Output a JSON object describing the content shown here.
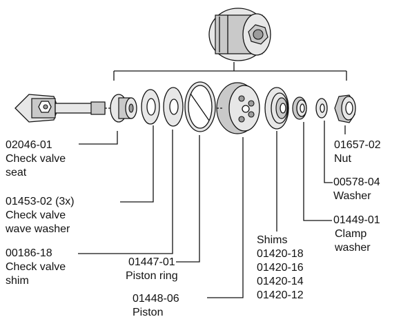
{
  "labels": {
    "check_valve_seat": {
      "part": "02046-01",
      "name_1": "Check valve",
      "name_2": "seat"
    },
    "wave_washer": {
      "part": "01453-02 (3x)",
      "name_1": "Check valve",
      "name_2": "wave washer"
    },
    "shim": {
      "part": "00186-18",
      "name_1": "Check valve",
      "name_2": "shim"
    },
    "piston_ring": {
      "part": "01447-01",
      "name_1": "Piston ring"
    },
    "piston": {
      "part": "01448-06",
      "name_1": "Piston"
    },
    "shims": {
      "name_1": "Shims",
      "parts": [
        "01420-18",
        "01420-16",
        "01420-14",
        "01420-12"
      ]
    },
    "clamp_washer": {
      "part": "01449-01",
      "name_1": "Clamp",
      "name_2": "washer"
    },
    "washer": {
      "part": "00578-04",
      "name_1": "Washer"
    },
    "nut": {
      "part": "01657-02",
      "name_1": "Nut"
    }
  },
  "icons": [
    "assembled-piston-icon",
    "shaft-icon",
    "check-valve-seat-icon",
    "wave-washer-icon",
    "shim-icon",
    "piston-ring-icon",
    "piston-icon",
    "shim-stack-icon",
    "clamp-washer-icon",
    "washer-icon",
    "nut-icon"
  ]
}
